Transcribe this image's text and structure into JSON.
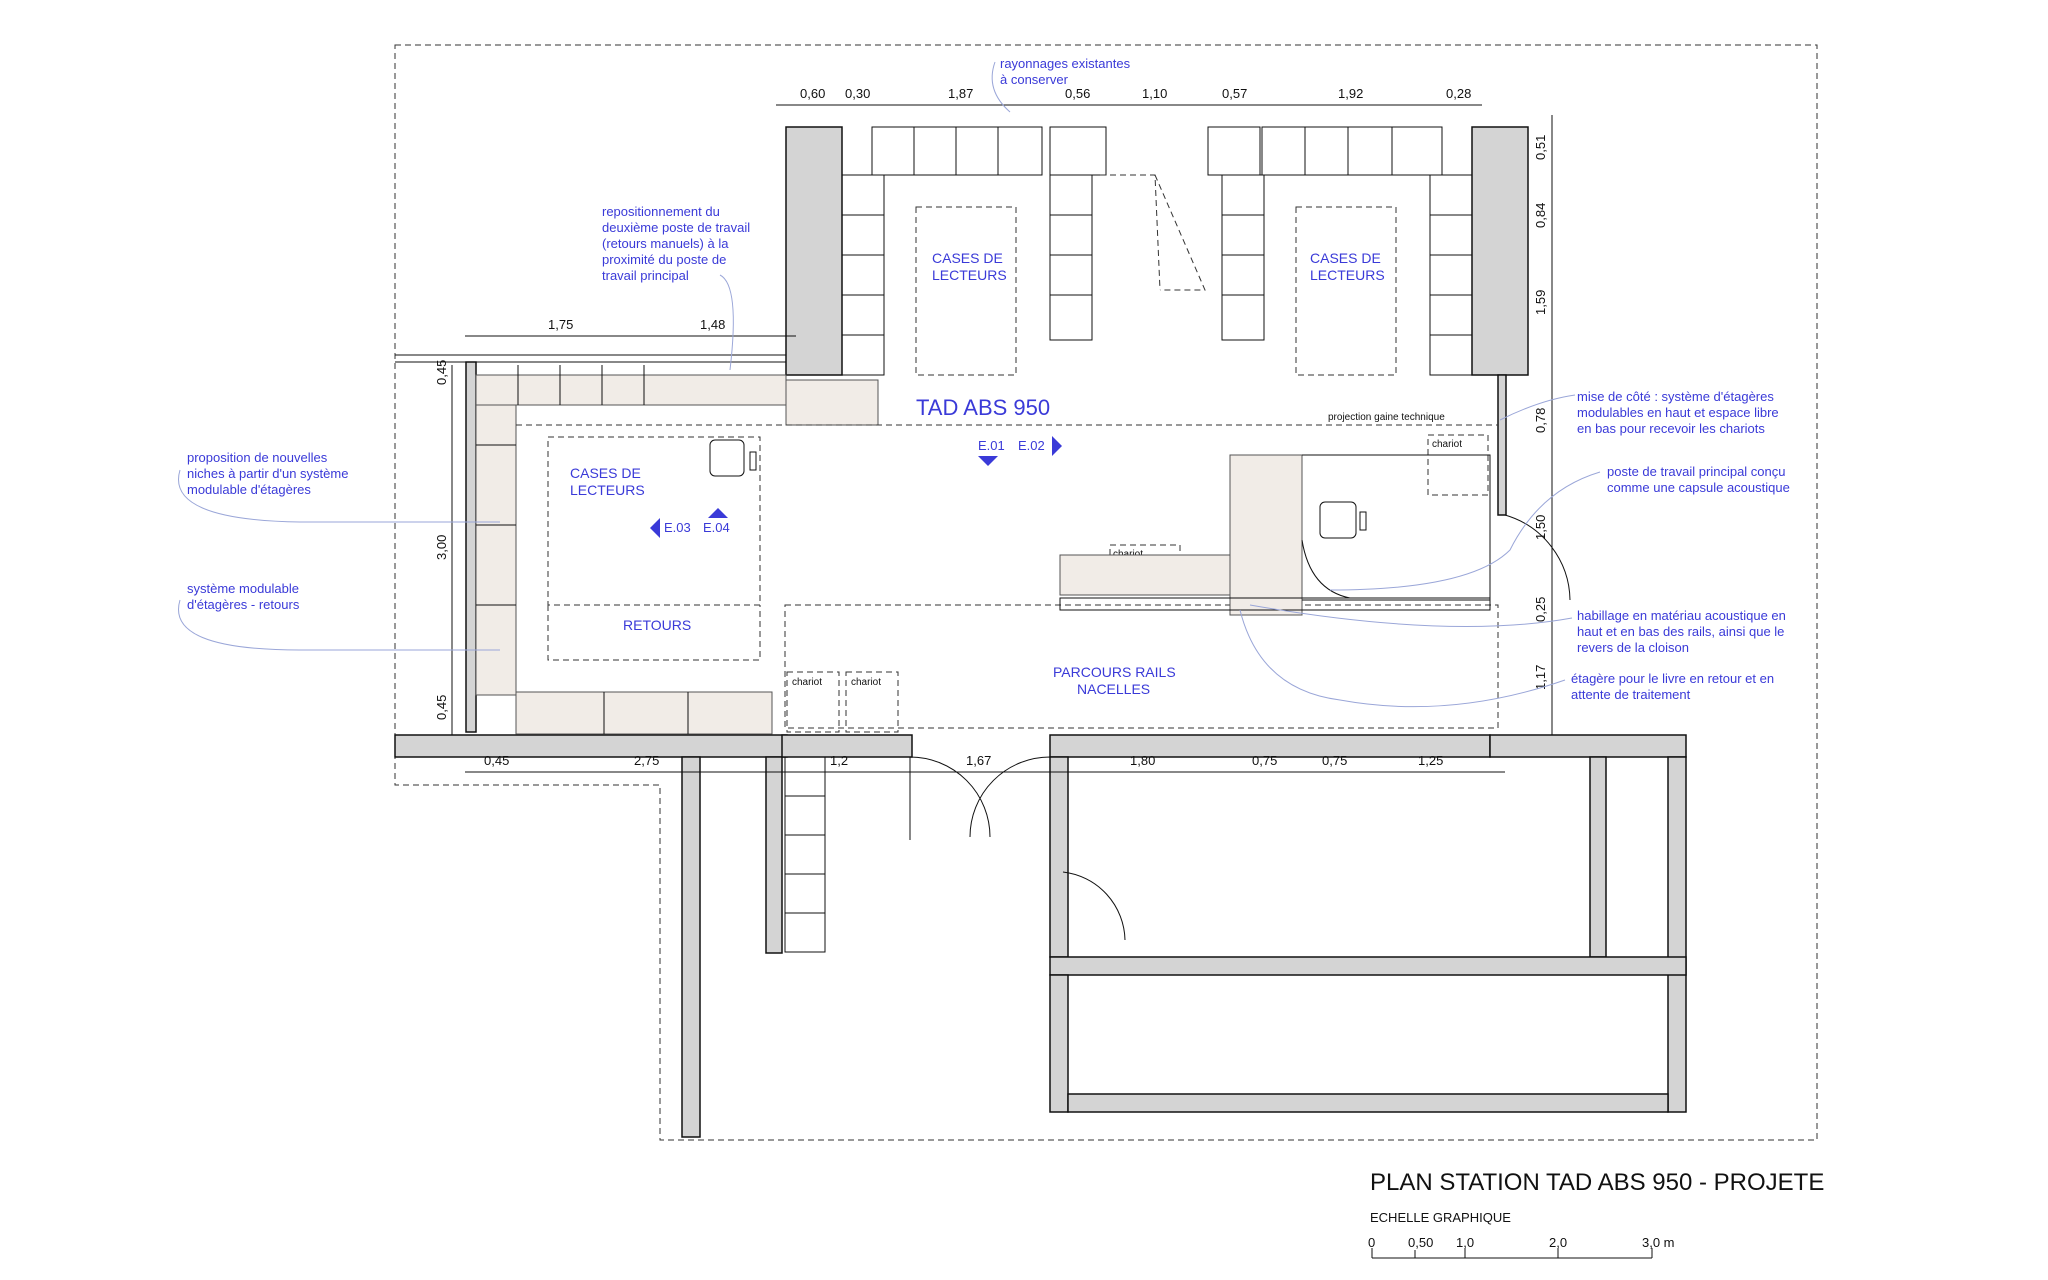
{
  "plan": {
    "title": "PLAN STATION TAD ABS 950 - PROJETE",
    "main_label": "TAD ABS 950",
    "rooms": {
      "cases_left": [
        "CASES DE",
        "LECTEURS"
      ],
      "cases_right": [
        "CASES DE",
        "LECTEURS"
      ],
      "cases_center": [
        "CASES DE",
        "LECTEURS"
      ],
      "retours": "RETOURS",
      "parcours": [
        "PARCOURS RAILS",
        "NACELLES"
      ]
    },
    "labels": {
      "projection": "projection gaine technique",
      "chariot": "chariot"
    },
    "elevations": [
      "E.01",
      "E.02",
      "E.03",
      "E.04"
    ],
    "annotations": {
      "rayonnages": [
        "rayonnages existantes",
        "à conserver"
      ],
      "repositionnement": [
        "repositionnement du",
        "deuxième poste de travail",
        "(retours manuels) à la",
        "proximité du poste de",
        "travail principal"
      ],
      "proposition": [
        "proposition de nouvelles",
        "niches à partir d'un système",
        "modulable d'étagères"
      ],
      "systeme": [
        "système modulable",
        "d'étagères - retours"
      ],
      "mise_de_cote": [
        "mise de côté : système d'étagères",
        "modulables en haut et espace libre",
        "en bas pour recevoir les chariots"
      ],
      "poste_principal": [
        "poste de travail principal conçu",
        "comme une capsule acoustique"
      ],
      "habillage": [
        "habillage en matériau acoustique en",
        "haut et en bas des rails, ainsi que le",
        "revers de la cloison"
      ],
      "etagere": [
        "étagère pour le livre en retour et en",
        "attente de traitement"
      ]
    },
    "dims_top": [
      "0,60",
      "0,30",
      "1,87",
      "0,56",
      "1,10",
      "0,57",
      "1,92",
      "0,28"
    ],
    "dims_upper_left": [
      "1,75",
      "1,48"
    ],
    "dims_left": [
      "0,45",
      "3,00",
      "0,45"
    ],
    "dims_right": [
      "0,51",
      "0,84",
      "1,59",
      "0,78",
      "1,50",
      "0,25",
      "1,17"
    ],
    "dims_bottom": [
      "0,45",
      "2,75",
      "1,2",
      "1,67",
      "1,80",
      "0,75",
      "0,75",
      "1,25"
    ],
    "scale": {
      "label": "ECHELLE GRAPHIQUE",
      "ticks": [
        "0",
        "0,50",
        "1,0",
        "2,0",
        "3,0 m"
      ]
    }
  }
}
